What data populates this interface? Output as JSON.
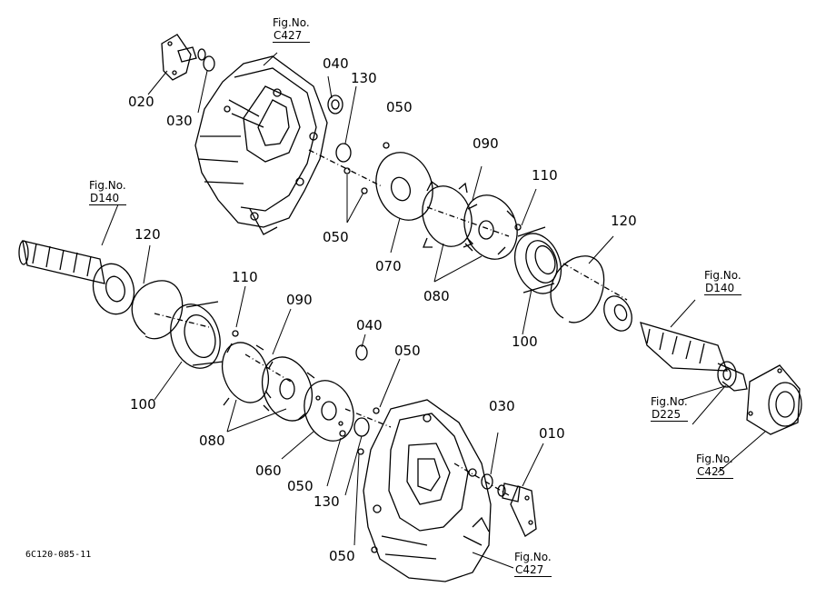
{
  "fig_prefix": "Fig.No.",
  "drawing_code": "6C120-085-11",
  "parts": {
    "p010": "010",
    "p020": "020",
    "p030": "030",
    "p040": "040",
    "p050": "050",
    "p060": "060",
    "p070": "070",
    "p080": "080",
    "p090": "090",
    "p100": "100",
    "p110": "110",
    "p120": "120",
    "p130": "130"
  },
  "figs": {
    "c427": "C427",
    "d140": "D140",
    "d225": "D225",
    "c425": "C425"
  },
  "colors": {
    "line": "#000000",
    "background": "#ffffff"
  }
}
